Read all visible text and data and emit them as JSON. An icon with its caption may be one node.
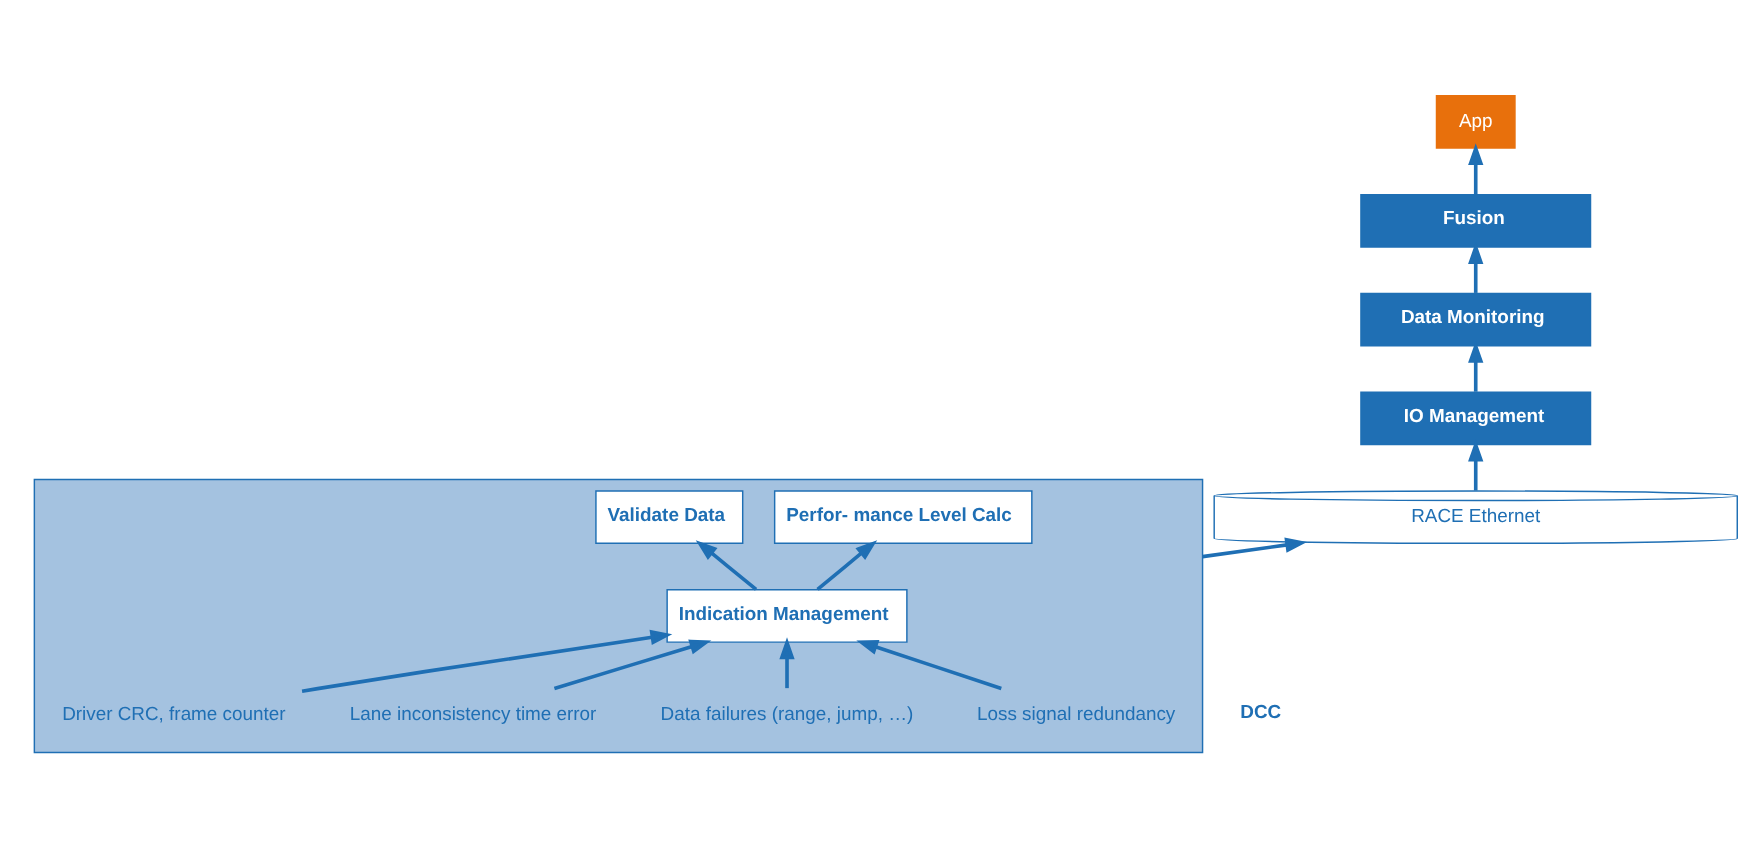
{
  "diagram": {
    "nodes": [
      {
        "text": [
          "App"
        ]
      },
      {
        "text": [],
        "shape": "box"
      },
      {
        "text": [
          "Loss signal redundancy"
        ],
        "in": 1
      },
      {
        "text": [
          "Data failures (range, jump, …)"
        ],
        "in": 1
      },
      {
        "text": [
          "Lane inconsistency time error"
        ],
        "in": 1
      },
      {
        "text": [
          "Driver CRC, frame counter"
        ],
        "in": 1
      },
      {
        "text": [
          "Validate Data"
        ],
        "in": 1
      },
      {
        "text": [
          "Perfor- mance Level Calc"
        ],
        "in": 1
      },
      {
        "text": [
          "Indication Management"
        ],
        "in": 1
      },
      {
        "text": [
          "Fusion"
        ]
      },
      {
        "text": [
          "Data Monitoring"
        ]
      },
      {
        "text": [
          "IO Management"
        ]
      },
      {
        "text": [
          "RACE Ethernet"
        ]
      }
    ],
    "edges": [
      {
        "from": 2,
        "to": 8,
        "arrow": "to"
      },
      {
        "from": 3,
        "to": 8,
        "arrow": "to"
      },
      {
        "from": 4,
        "to": 8,
        "arrow": "to"
      },
      {
        "from": 5,
        "to": 8,
        "arrow": "to"
      },
      {
        "from": 8,
        "to": 6,
        "arrow": "to"
      },
      {
        "from": 8,
        "to": 7,
        "arrow": "to"
      },
      {
        "from": 12,
        "to": 11,
        "arrow": "to"
      },
      {
        "from": 11,
        "to": 10,
        "arrow": "to"
      },
      {
        "from": 10,
        "to": 9,
        "arrow": "to"
      },
      {
        "from": 9,
        "to": 0,
        "arrow": "to"
      },
      {
        "from": 1,
        "to": 12,
        "arrow": "to"
      }
    ],
    "labels": [
      "DCC"
    ]
  }
}
